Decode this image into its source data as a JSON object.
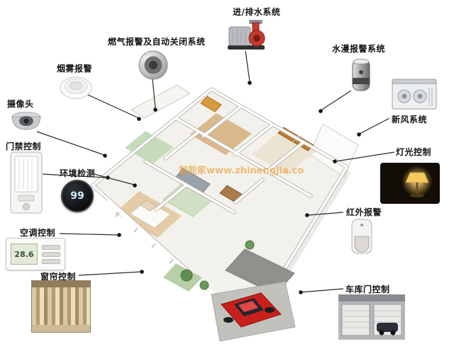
{
  "watermark": "智能家www.zhinengjia.co",
  "devices": [
    {
      "id": "smoke",
      "label": "烟雾报警"
    },
    {
      "id": "gas",
      "label": "燃气报警及自动关闭系统"
    },
    {
      "id": "pump",
      "label": "进/排水系统"
    },
    {
      "id": "flood",
      "label": "水漫报警系统"
    },
    {
      "id": "freshair",
      "label": "新风系统"
    },
    {
      "id": "camera",
      "label": "摄像头"
    },
    {
      "id": "access",
      "label": "门禁控制"
    },
    {
      "id": "light",
      "label": "灯光控制"
    },
    {
      "id": "env",
      "label": "环境检测",
      "display": "99"
    },
    {
      "id": "infrared",
      "label": "红外报警"
    },
    {
      "id": "ac",
      "label": "空调控制",
      "display": "28.6"
    },
    {
      "id": "curtain",
      "label": "窗帘控制"
    },
    {
      "id": "garage",
      "label": "车库门控制"
    }
  ],
  "colors": {
    "line": "#2a2a2a",
    "car": "#c9201d",
    "watermark": "#e59a2f"
  }
}
